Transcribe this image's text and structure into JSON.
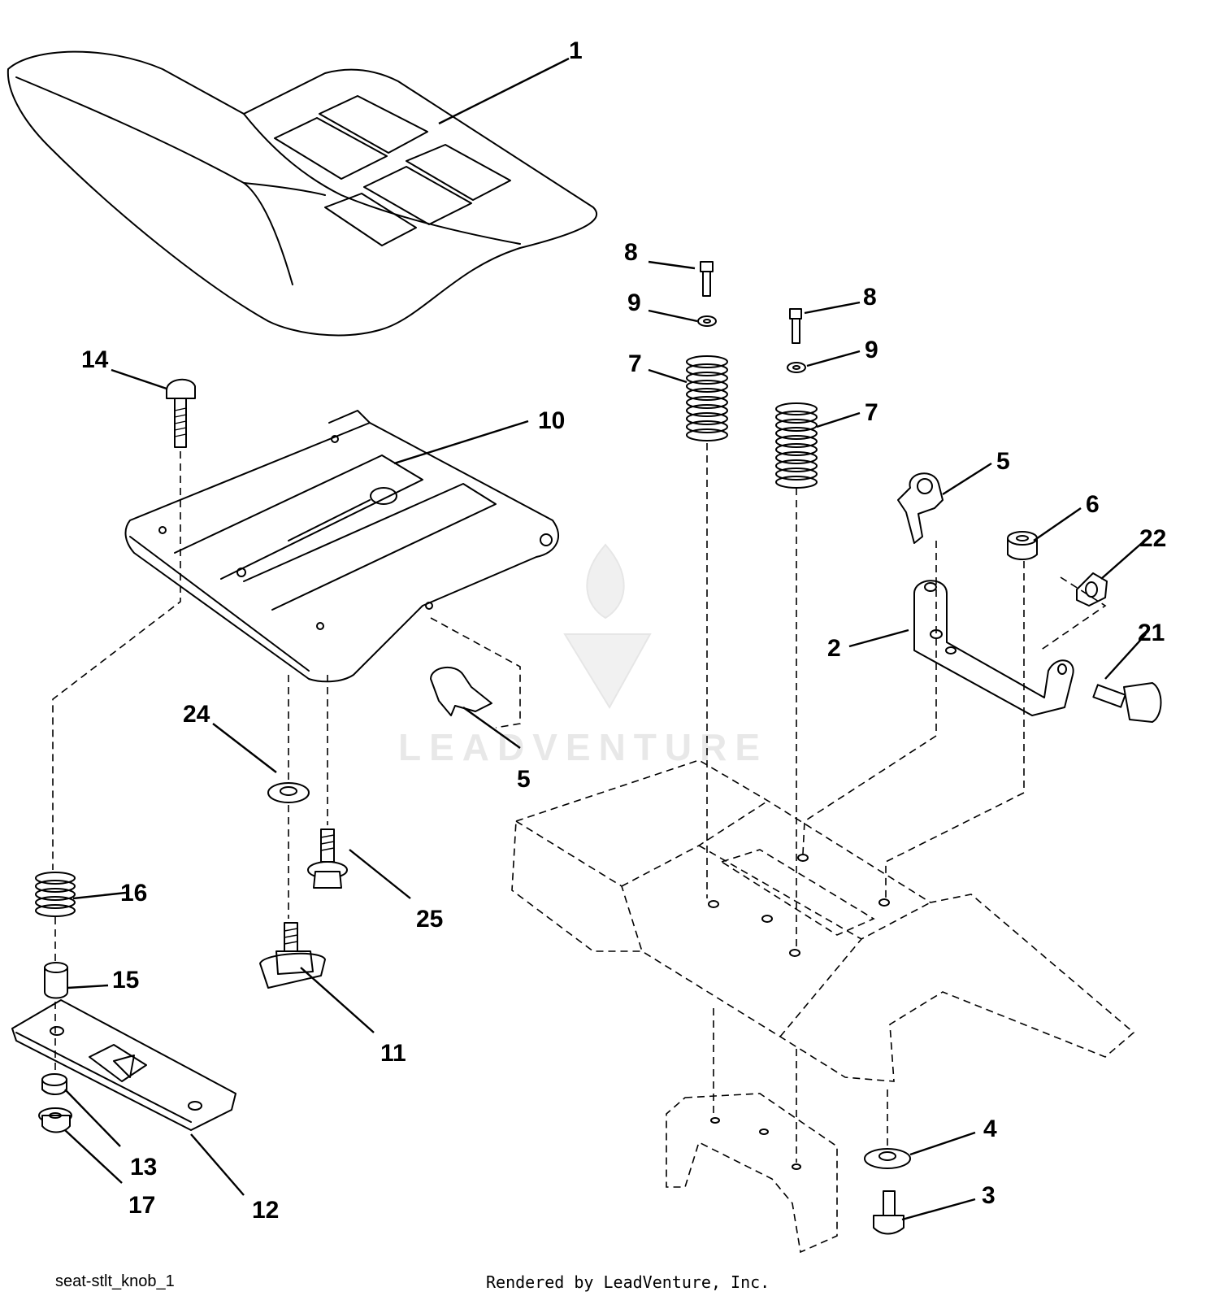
{
  "callouts": [
    "1",
    "14",
    "10",
    "24",
    "5",
    "25",
    "16",
    "15",
    "11",
    "13",
    "17",
    "12",
    "8",
    "9",
    "7",
    "8",
    "9",
    "7",
    "5",
    "6",
    "22",
    "2",
    "21",
    "4",
    "3"
  ],
  "watermark": {
    "brand": "LEADVENTURE"
  },
  "footer": {
    "diagram_id": "seat-stlt_knob_1",
    "rendered_by": "Rendered by LeadVenture, Inc."
  },
  "colors": {
    "line": "#000000",
    "background": "#ffffff",
    "watermark": "#e6e6e6"
  }
}
